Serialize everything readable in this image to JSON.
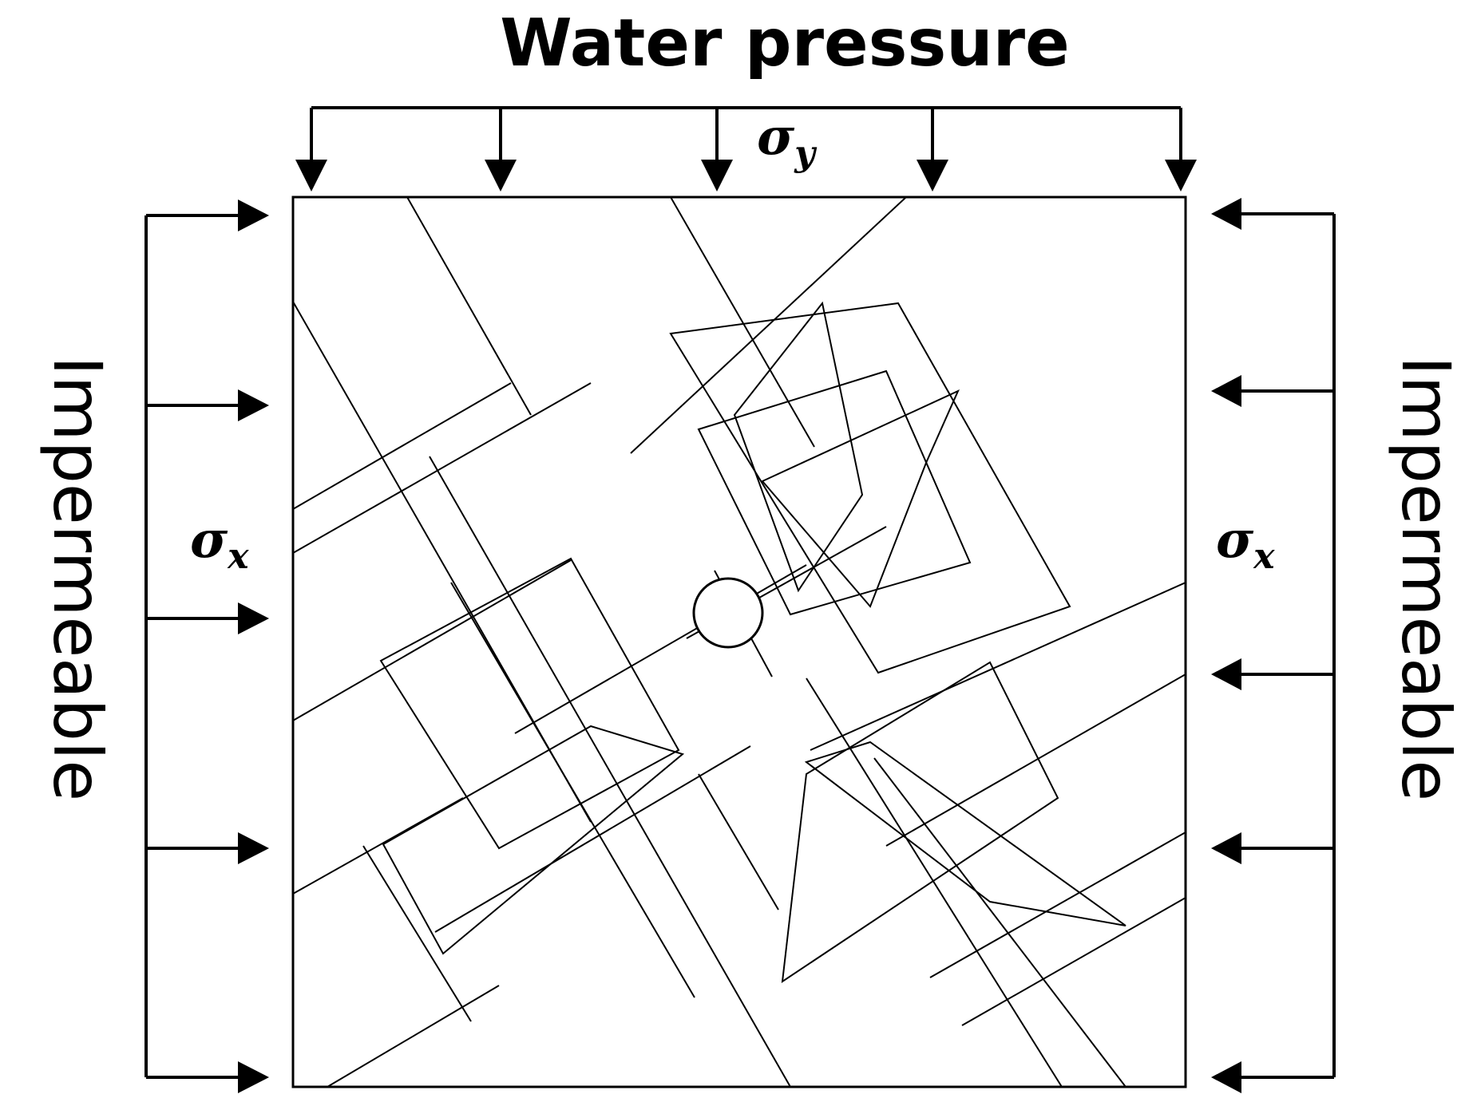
{
  "title": "Water pressure",
  "left_boundary_label": "Impermeable",
  "right_boundary_label": "Impermeable",
  "stress_x_symbol": "σ",
  "stress_x_subscript": "x",
  "stress_y_symbol": "σ",
  "stress_y_subscript": "y",
  "colors": {
    "ink": "#000000",
    "background": "#ffffff"
  }
}
